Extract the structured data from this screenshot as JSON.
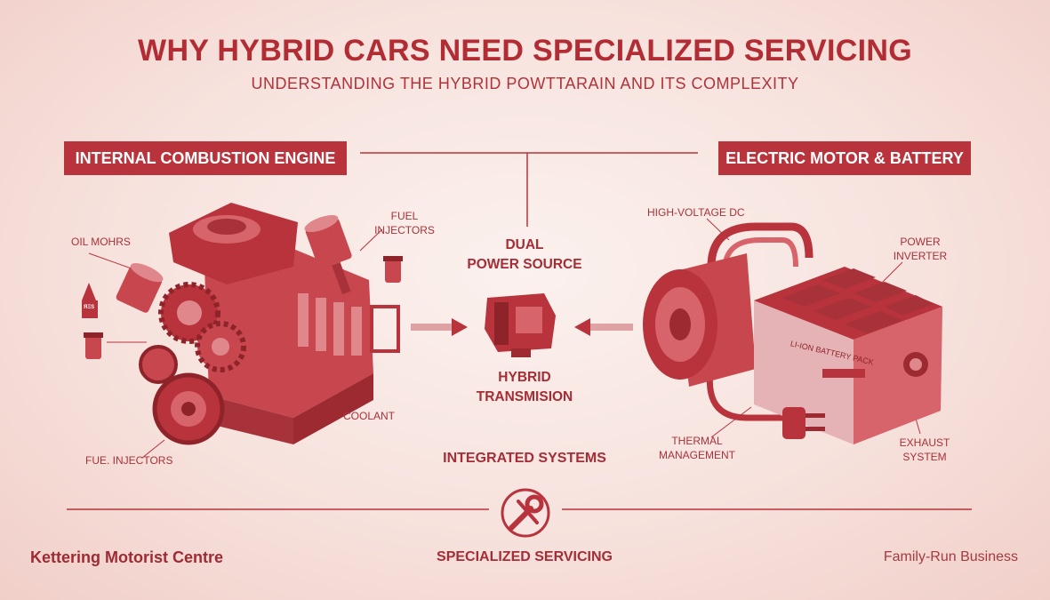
{
  "header": {
    "title": "WHY HYBRID CARS NEED SPECIALIZED SERVICING",
    "subtitle": "UNDERSTANDING THE HYBRID POWTTARAIN AND ITS COMPLEXITY"
  },
  "left_section": {
    "banner": "INTERNAL COMBUSTION ENGINE",
    "labels": {
      "oil": "OIL MOHRS",
      "fuel_injectors_top_1": "FUEL",
      "fuel_injectors_top_2": "INJECTORS",
      "coolant": "COOLANT",
      "fuel_injectors_bottom": "FUE. INJECTORS",
      "oil_bottle_text": "ЯΞS"
    }
  },
  "center": {
    "dual_power_1": "DUAL",
    "dual_power_2": "POWER SOURCE",
    "transmission_1": "HYBRID",
    "transmission_2": "TRANSMISION",
    "integrated": "INTEGRATED SYSTEMS"
  },
  "right_section": {
    "banner": "ELECTRIC MOTOR & BATTERY",
    "labels": {
      "high_voltage": "HIGH-VOLTAGE DC",
      "power_1": "POWER",
      "power_2": "INVERTER",
      "thermal_1": "THERMAL",
      "thermal_2": "MANAGEMENT",
      "exhaust_1": "EXHAUST",
      "exhaust_2": "SYSTEM",
      "battery_pack": "LI-ION BATTERY PACK"
    }
  },
  "footer": {
    "left": "Kettering Motorist Centre",
    "center": "SPECIALIZED SERVICING",
    "right": "Family-Run Business"
  },
  "colors": {
    "primary": "#b8333b",
    "dark": "#9e2a31",
    "light": "#d8646b",
    "background": "#f7e2dd"
  }
}
